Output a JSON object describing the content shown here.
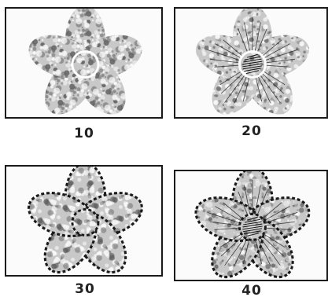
{
  "figures": [
    {
      "caption": "10",
      "outline": "none",
      "hatching": false
    },
    {
      "caption": "20",
      "outline": "none",
      "hatching": true
    },
    {
      "caption": "30",
      "outline": "dashed",
      "hatching": false
    },
    {
      "caption": "40",
      "outline": "dashed",
      "hatching": true
    }
  ],
  "colors": {
    "ink": "#1a1a1a",
    "texture_dark": "#5a5a5a",
    "texture_light": "#c8c8c8",
    "background": "#ffffff"
  }
}
